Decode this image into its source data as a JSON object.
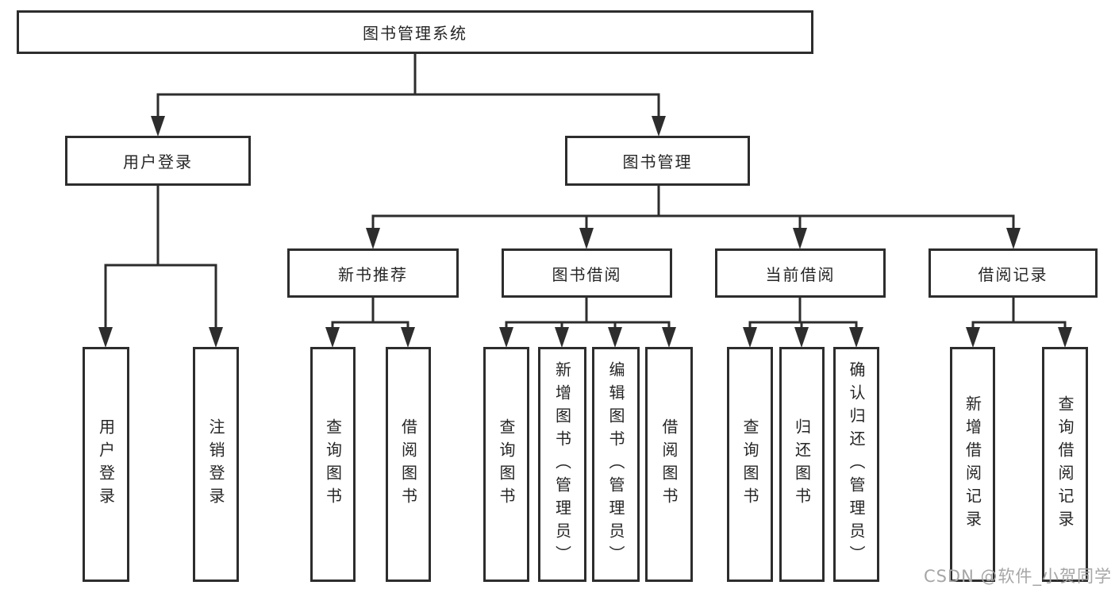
{
  "tree": {
    "label": "图书管理系统",
    "children": [
      {
        "label": "用户登录",
        "children": [
          {
            "label": "用户登录"
          },
          {
            "label": "注销登录"
          }
        ]
      },
      {
        "label": "图书管理",
        "children": [
          {
            "label": "新书推荐",
            "children": [
              {
                "label": "查询图书"
              },
              {
                "label": "借阅图书"
              }
            ]
          },
          {
            "label": "图书借阅",
            "children": [
              {
                "label": "查询图书"
              },
              {
                "label": "新增图书（管理员）"
              },
              {
                "label": "编辑图书（管理员）"
              },
              {
                "label": "借阅图书"
              }
            ]
          },
          {
            "label": "当前借阅",
            "children": [
              {
                "label": "查询图书"
              },
              {
                "label": "归还图书"
              },
              {
                "label": "确认归还（管理员）"
              }
            ]
          },
          {
            "label": "借阅记录",
            "children": [
              {
                "label": "新增借阅记录"
              },
              {
                "label": "查询借阅记录"
              }
            ]
          }
        ]
      }
    ]
  },
  "watermark": "CSDN @软件_小贺同学",
  "colors": {
    "line": "#2d2d2d",
    "text": "#262626",
    "watermark": "#a6a6a6",
    "background": "#ffffff"
  }
}
